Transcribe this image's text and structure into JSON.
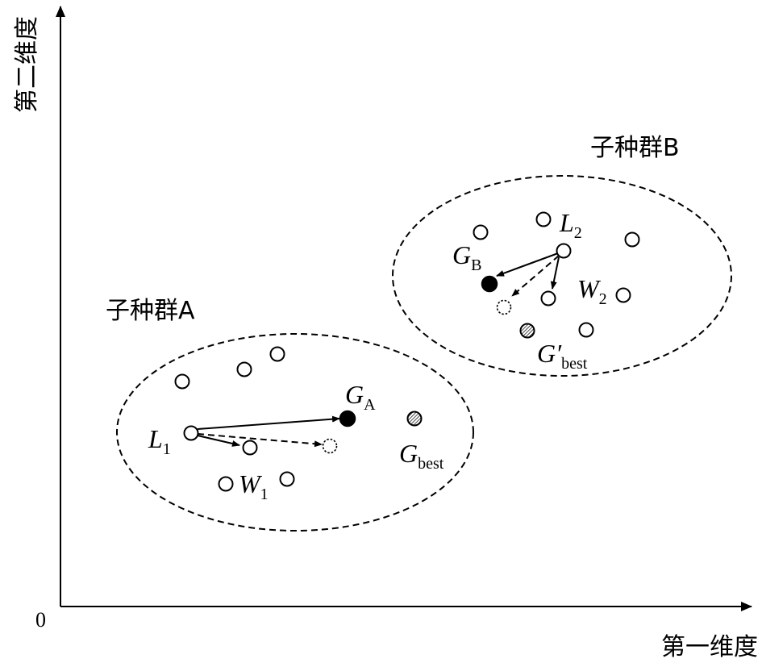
{
  "axes": {
    "x_label": "第一维度",
    "y_label": "第二维度",
    "origin_label": "0"
  },
  "subpopulations": {
    "A": {
      "label": "子种群A"
    },
    "B": {
      "label": "子种群B"
    }
  },
  "symbols": {
    "L1": {
      "main": "L",
      "sub": "1"
    },
    "W1": {
      "main": "W",
      "sub": "1"
    },
    "GA": {
      "main": "G",
      "sub": "A"
    },
    "Gbest": {
      "main": "G",
      "sub": "best"
    },
    "L2": {
      "main": "L",
      "sub": "2"
    },
    "W2": {
      "main": "W",
      "sub": "2"
    },
    "GB": {
      "main": "G",
      "sub": "B"
    },
    "Gbest_prime": {
      "main": "G′",
      "sub": "best"
    }
  }
}
